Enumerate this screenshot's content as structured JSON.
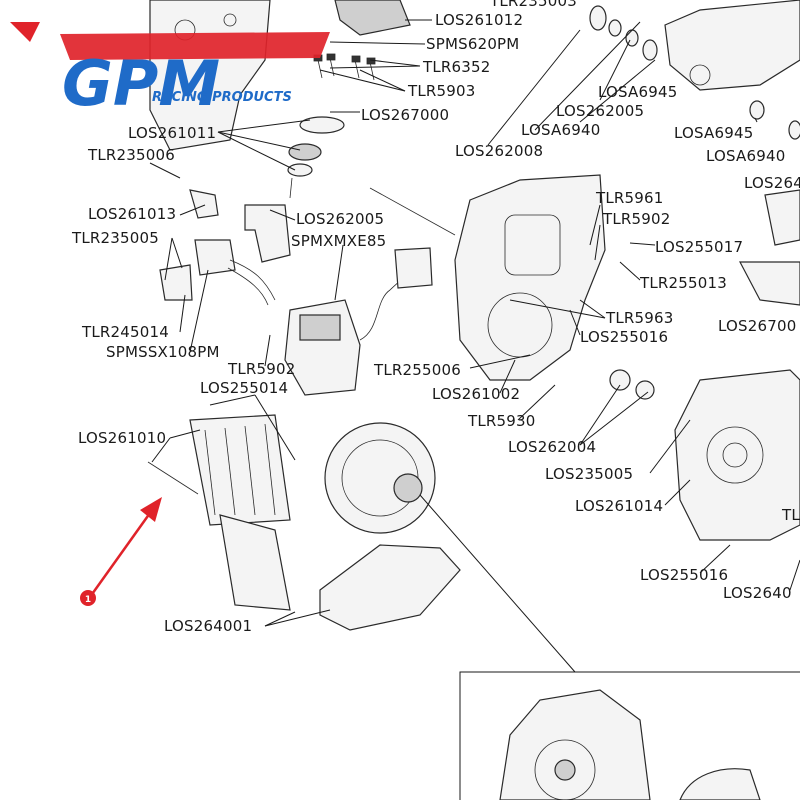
{
  "logo": {
    "text": "GPM",
    "subtitle": "RACING PRODUCTS",
    "brand_blue": "#1f6bc8",
    "brand_red": "#e0232a"
  },
  "marker": {
    "label": "1",
    "color": "#e0232a"
  },
  "part_labels": [
    "TLR235003",
    "LOS261012",
    "SPMS620PM",
    "TLR6352",
    "TLR5903",
    "LOS267000",
    "LOS261011",
    "TLR235006",
    "LOS261013",
    "TLR235005",
    "TLR245014",
    "SPMSSX108PM",
    "LOS262005",
    "SPMXMXE85",
    "TLR5902",
    "LOS255014",
    "LOS261010",
    "LOS264001",
    "LOSA6945",
    "LOS262005",
    "LOSA6940",
    "LOS262008",
    "LOSA6945",
    "LOSA6940",
    "LOS264",
    "TLR5961",
    "TLR5902",
    "LOS255017",
    "TLR255013",
    "LOS26700",
    "TLR5963",
    "LOS255016",
    "TLR255006",
    "LOS261002",
    "TLR5930",
    "LOS262004",
    "LOS235005",
    "LOS261014",
    "LOS255016",
    "LOS2640",
    "TLR"
  ]
}
